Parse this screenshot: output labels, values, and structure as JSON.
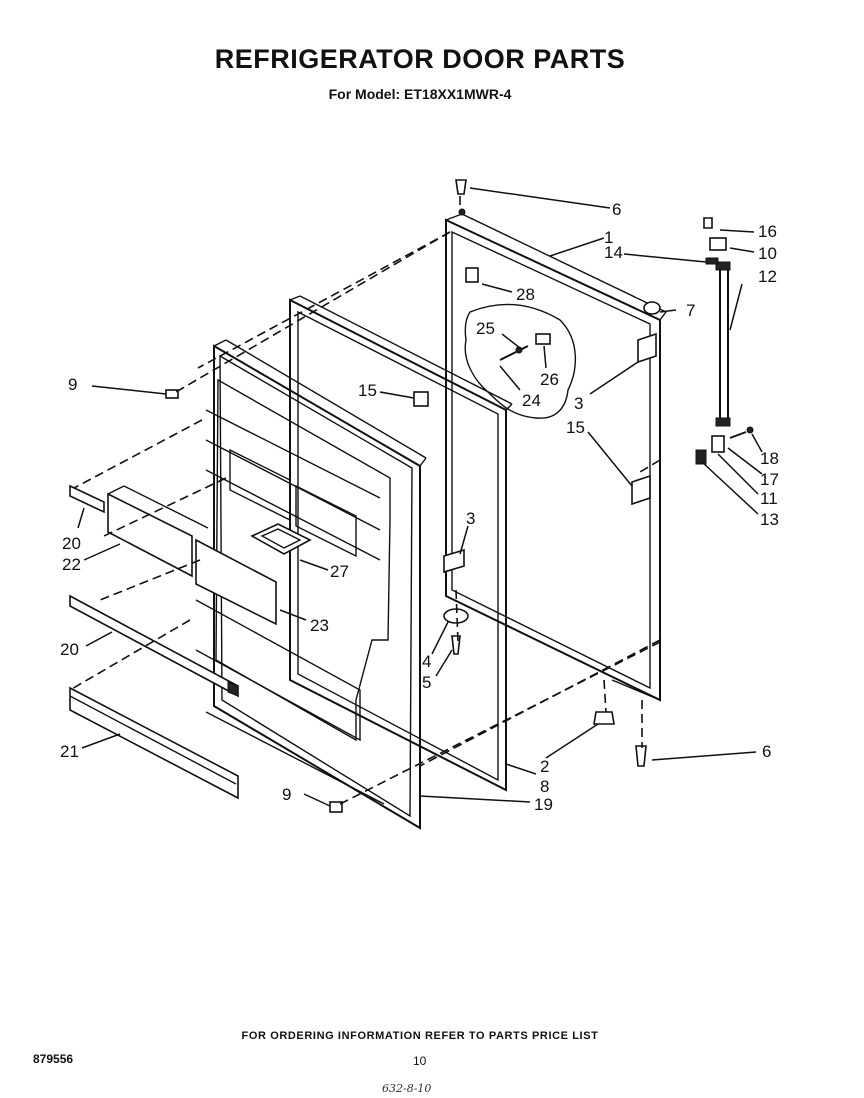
{
  "title": "REFRIGERATOR DOOR PARTS",
  "subtitle": "For Model: ET18XX1MWR-4",
  "footer_note": "FOR ORDERING INFORMATION REFER TO PARTS PRICE LIST",
  "doc_number": "879556",
  "page_number": "10",
  "handwritten_note": "632-8-10",
  "callouts": [
    "6",
    "1",
    "16",
    "14",
    "10",
    "12",
    "28",
    "7",
    "25",
    "26",
    "9",
    "15",
    "24",
    "3",
    "15",
    "18",
    "17",
    "11",
    "13",
    "20",
    "22",
    "3",
    "27",
    "23",
    "20",
    "4",
    "5",
    "21",
    "2",
    "6",
    "8",
    "9",
    "19"
  ]
}
